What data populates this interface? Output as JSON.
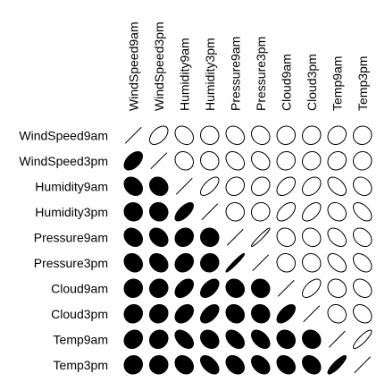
{
  "chart_data": {
    "type": "heatmap",
    "title": "",
    "xlabel": "",
    "ylabel": "",
    "variables": [
      "WindSpeed9am",
      "WindSpeed3pm",
      "Humidity9am",
      "Humidity3pm",
      "Pressure9am",
      "Pressure3pm",
      "Cloud9am",
      "Cloud3pm",
      "Temp9am",
      "Temp3pm"
    ],
    "upper_style": "outline",
    "lower_style": "filled",
    "diagonal_style": "line",
    "matrix": [
      [
        1.0,
        0.5,
        -0.27,
        -0.03,
        -0.23,
        -0.18,
        0.03,
        0.06,
        0.15,
        0.04
      ],
      [
        0.5,
        1.0,
        -0.15,
        -0.06,
        -0.3,
        -0.26,
        0.05,
        0.08,
        0.11,
        0.02
      ],
      [
        -0.27,
        -0.15,
        1.0,
        0.67,
        0.14,
        0.19,
        0.45,
        0.36,
        -0.47,
        -0.22
      ],
      [
        -0.03,
        -0.06,
        0.67,
        1.0,
        -0.03,
        0.05,
        0.52,
        0.52,
        -0.22,
        -0.51
      ],
      [
        -0.23,
        -0.3,
        0.14,
        -0.03,
        1.0,
        0.96,
        -0.13,
        -0.15,
        -0.42,
        -0.31
      ],
      [
        -0.18,
        -0.26,
        0.19,
        0.05,
        0.96,
        1.0,
        -0.06,
        -0.08,
        -0.47,
        -0.39
      ],
      [
        0.03,
        0.05,
        0.45,
        0.52,
        -0.13,
        -0.06,
        1.0,
        0.6,
        -0.14,
        -0.28
      ],
      [
        0.06,
        0.08,
        0.36,
        0.52,
        -0.15,
        -0.08,
        0.6,
        1.0,
        -0.13,
        -0.29
      ],
      [
        0.15,
        0.11,
        -0.47,
        -0.22,
        -0.42,
        -0.47,
        -0.14,
        -0.13,
        1.0,
        0.86
      ],
      [
        0.04,
        0.02,
        -0.22,
        -0.51,
        -0.31,
        -0.39,
        -0.28,
        -0.29,
        0.86,
        1.0
      ]
    ]
  }
}
